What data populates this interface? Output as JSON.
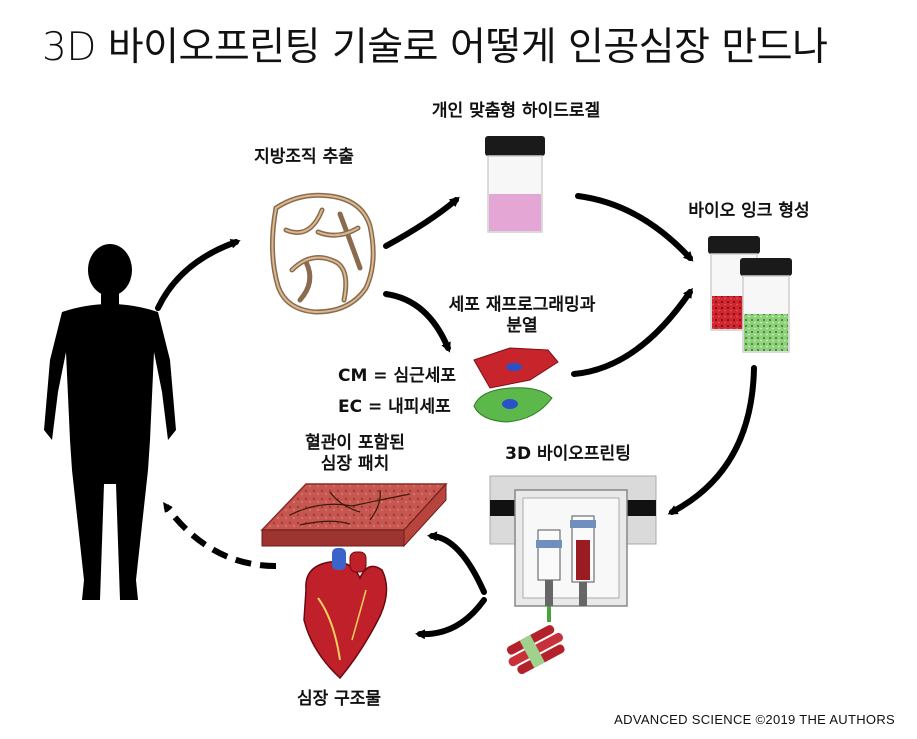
{
  "title": "3D 바이오프린팅 기술로 어떻게 인공심장 만드나",
  "nodes": {
    "fat_tissue": "지방조직 추출",
    "hydrogel": "개인 맞춤형 하이드로겔",
    "bioink": "바이오 잉크 형성",
    "reprogramming_line1": "세포 재프로그래밍과",
    "reprogramming_line2": "분열",
    "cm": "CM = 심근세포",
    "ec": "EC = 내피세포",
    "bioprinting": "3D 바이오프린팅",
    "patch_line1": "혈관이 포함된",
    "patch_line2": "심장 패치",
    "heart": "심장 구조물"
  },
  "credit": "ADVANCED SCIENCE ©2019 THE AUTHORS",
  "colors": {
    "hydrogel": "#e4a6d4",
    "ink_red": "#c8202a",
    "ink_green": "#7cc56a",
    "cm_cell": "#c8242c",
    "ec_cell": "#5cb84a",
    "nucleus": "#2a52c8",
    "patch": "#c0504d",
    "heart": "#c0202a"
  }
}
